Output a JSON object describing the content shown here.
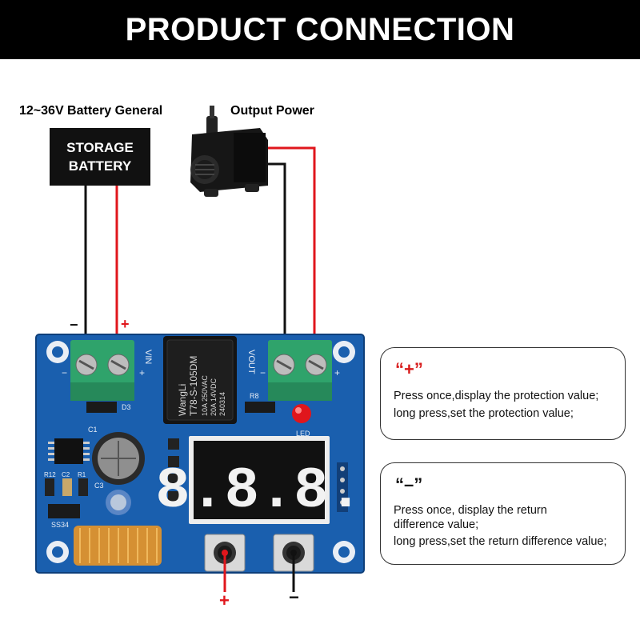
{
  "title": "PRODUCT CONNECTION",
  "battery": {
    "caption": "12~36V Battery General",
    "box_line1": "STORAGE",
    "box_line2": "BATTERY",
    "minus": "−",
    "plus": "+"
  },
  "output": {
    "caption": "Output Power"
  },
  "board": {
    "vin_label": "VIN",
    "vout_label": "VOUT",
    "relay_brand": "WangLi",
    "relay_model": "T78-S-105DM",
    "relay_spec1": "10A 250VAC",
    "relay_spec2": "20A 14VDC",
    "relay_code": "240314",
    "diode_label": "D3",
    "led_label": "LED",
    "c1_label": "C1",
    "c3_label": "C3",
    "r8_label": "R8",
    "r12_label": "R12",
    "c2_label": "C2",
    "r1_label": "R1",
    "ss34_label": "SS34",
    "display": "8.8.8.",
    "term_minus": "−",
    "term_plus": "+"
  },
  "buttons": {
    "plus_label": "+",
    "minus_label": "−"
  },
  "notes": [
    {
      "symbol": "“+”",
      "line1": "Press once,display the protection value;",
      "line2": "long press,set the protection value;"
    },
    {
      "symbol": "“–”",
      "line1": "Press once, display the return",
      "line2": "difference value;",
      "line3": "long press,set the return difference value;"
    }
  ],
  "colors": {
    "board": "#1a5fae",
    "terminal": "#2fa36b",
    "wire_red": "#e0161c",
    "wire_black": "#111111",
    "digit": "#f2f2f2"
  }
}
